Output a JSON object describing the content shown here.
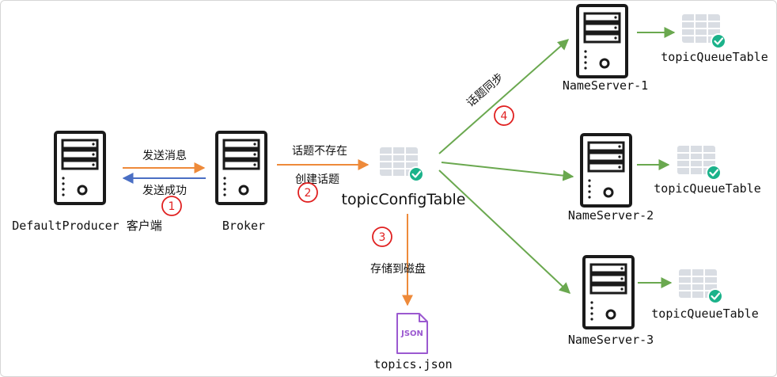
{
  "nodes": {
    "producer": "DefaultProducer 客户端",
    "broker": "Broker",
    "config_table": "topicConfigTable",
    "file": "topics.json",
    "file_badge": "JSON",
    "ns1": "NameServer-1",
    "ns2": "NameServer-2",
    "ns3": "NameServer-3",
    "qt1": "topicQueueTable",
    "qt2": "topicQueueTable",
    "qt3": "topicQueueTable"
  },
  "edges": {
    "send_msg": "发送消息",
    "send_ok": "发送成功",
    "topic_missing": "话题不存在",
    "create_topic": "创建话题",
    "persist": "存储到磁盘",
    "sync": "话题同步"
  },
  "steps": [
    "1",
    "2",
    "3",
    "4"
  ],
  "colors": {
    "orange_arrow": "#ee8a3a",
    "blue_arrow": "#4a6fc4",
    "green_arrow": "#6aa84f",
    "step_red": "#e02020",
    "check_green": "#1bb28a",
    "json_purple": "#9b59d0",
    "server_black": "#1a1a1a"
  }
}
